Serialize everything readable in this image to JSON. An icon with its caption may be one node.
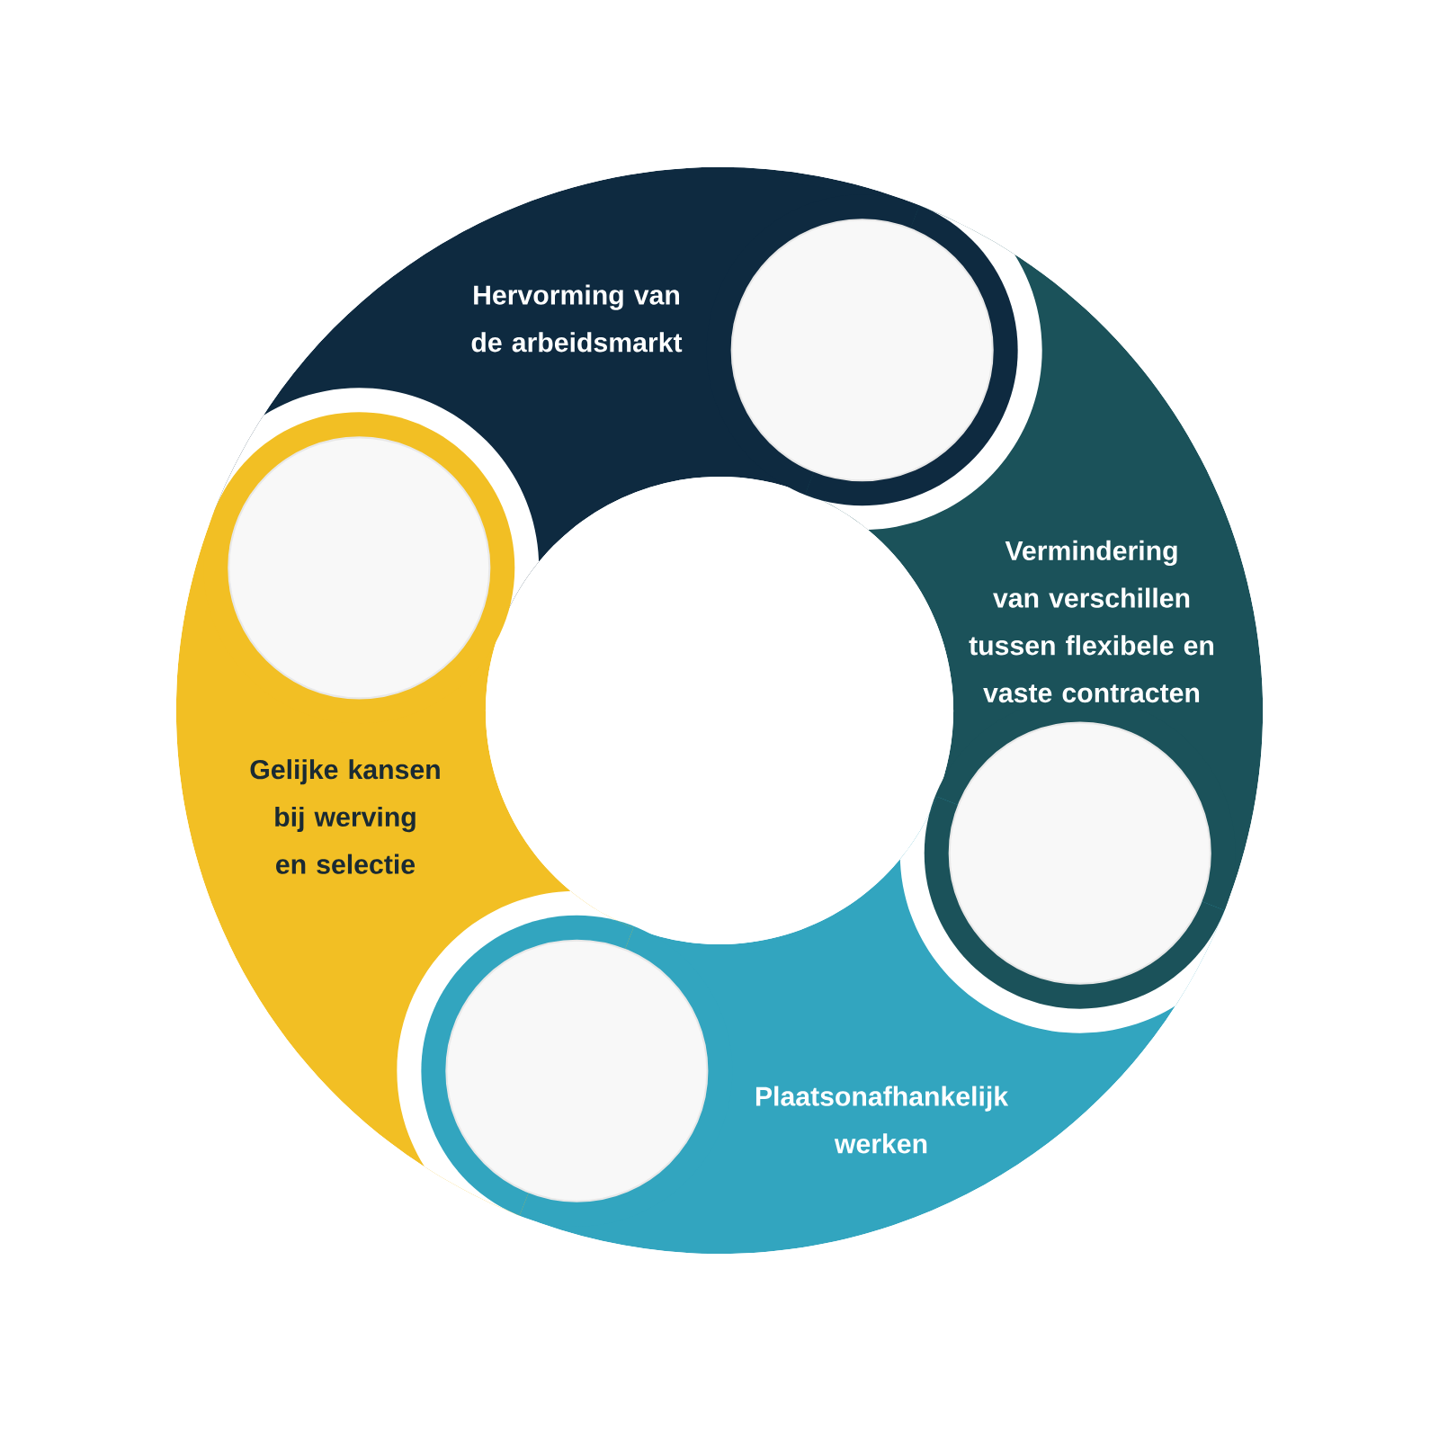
{
  "diagram": {
    "nodes": [
      {
        "text": [
          "Hervorming van de arbeidsmarkt"
        ]
      },
      {
        "text": [],
        "shape": "circle"
      },
      {
        "text": [
          "Vermindering van verschillen tussen flexibele en vaste contracten"
        ]
      },
      {
        "text": [],
        "shape": "circle"
      },
      {
        "text": [
          "Plaatsonafhankelijk werken"
        ]
      },
      {
        "text": [],
        "shape": "circle"
      },
      {
        "text": [
          "Gelijke kansen bij werving en selectie"
        ]
      },
      {
        "text": [],
        "shape": "circle"
      }
    ]
  }
}
